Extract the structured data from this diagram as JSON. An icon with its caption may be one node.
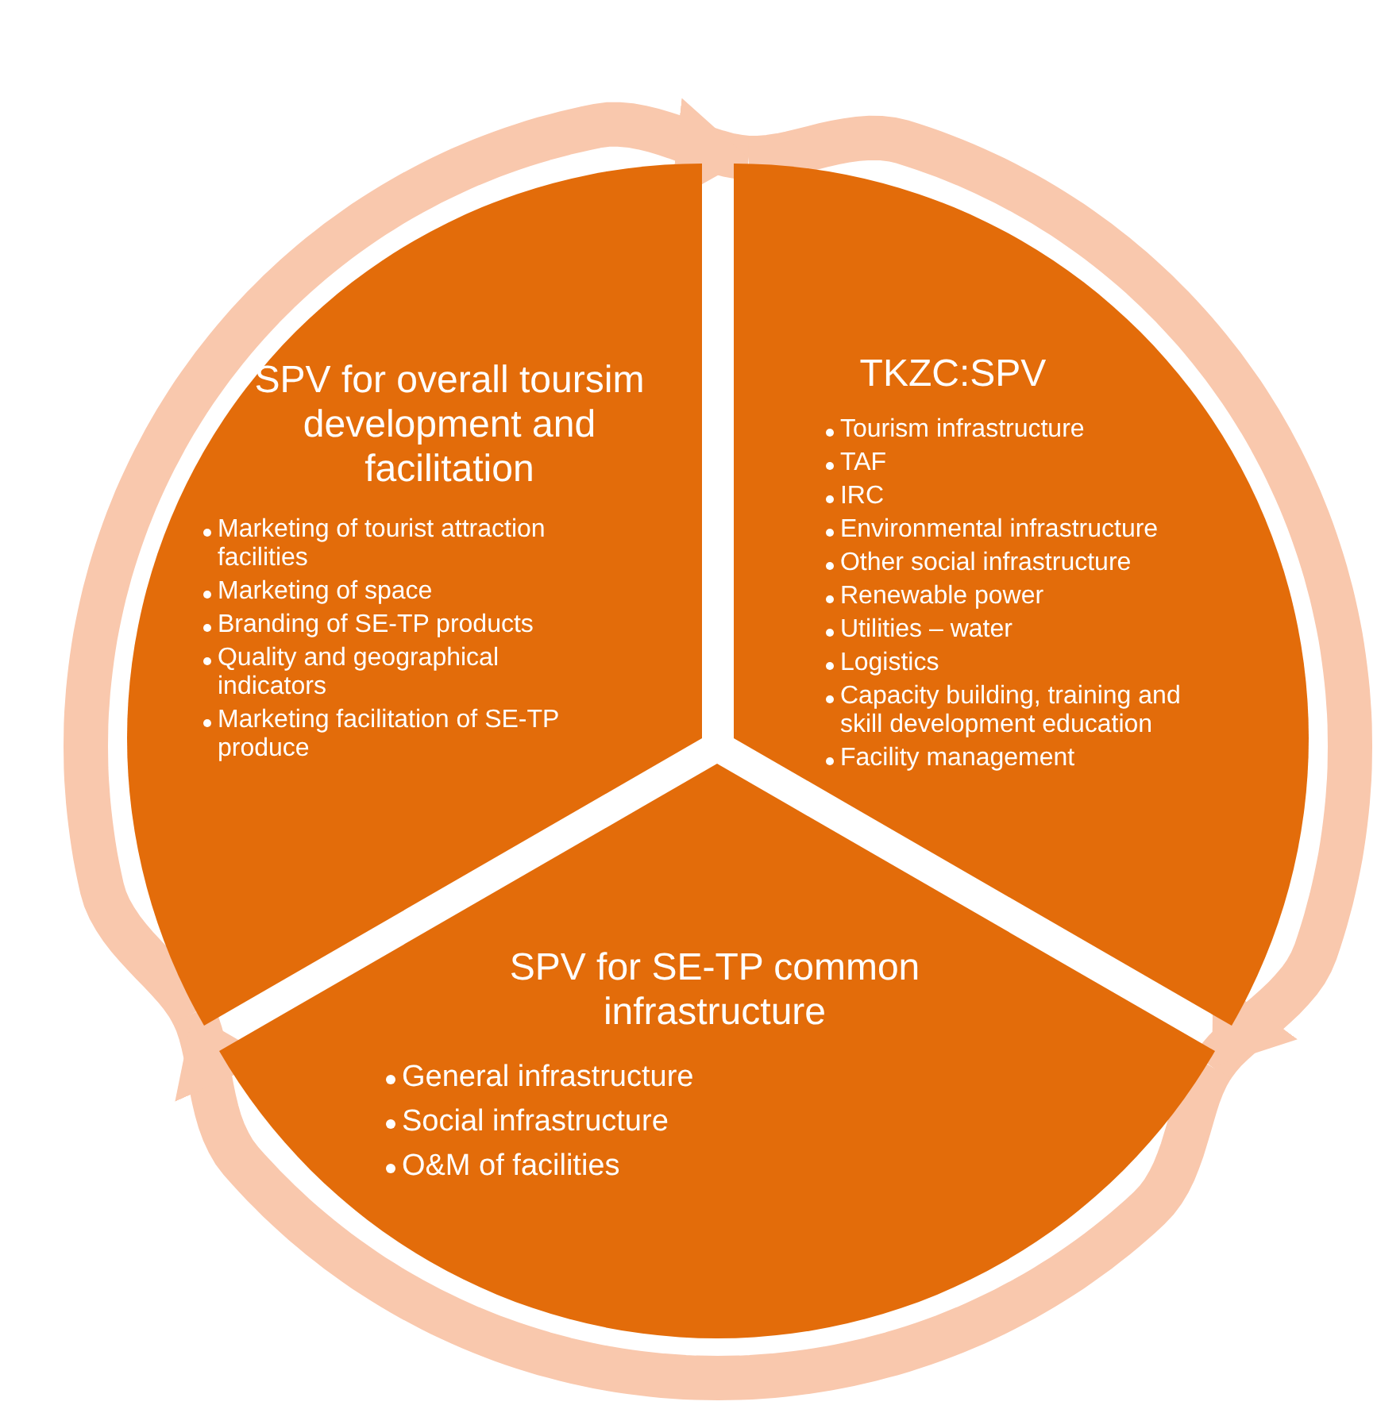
{
  "diagram": {
    "nodes": [
      {
        "text": [
          "SPV for overall toursim development and facilitation",
          "Marketing of tourist attraction facilities",
          "Marketing of space",
          "Branding of SE-TP products",
          "Quality and geographical indicators",
          "Marketing facilitation of SE-TP produce"
        ]
      },
      {
        "text": [
          "TKZC:SPV",
          "Tourism infrastructure",
          "TAF",
          "IRC",
          "Environmental infrastructure",
          "Other social infrastructure",
          "Renewable power",
          "Utilities – water",
          "Logistics",
          "Capacity building, training and skill development education",
          "Facility management"
        ]
      },
      {
        "text": [
          "SPV for SE-TP common infrastructure",
          "General infrastructure",
          "Social infrastructure",
          "O&M of facilities"
        ]
      }
    ],
    "edges": [
      {
        "from": 0,
        "to": 1,
        "arrow": "to"
      },
      {
        "from": 1,
        "to": 2,
        "arrow": "to"
      },
      {
        "from": 2,
        "to": 0,
        "arrow": "to"
      }
    ]
  }
}
